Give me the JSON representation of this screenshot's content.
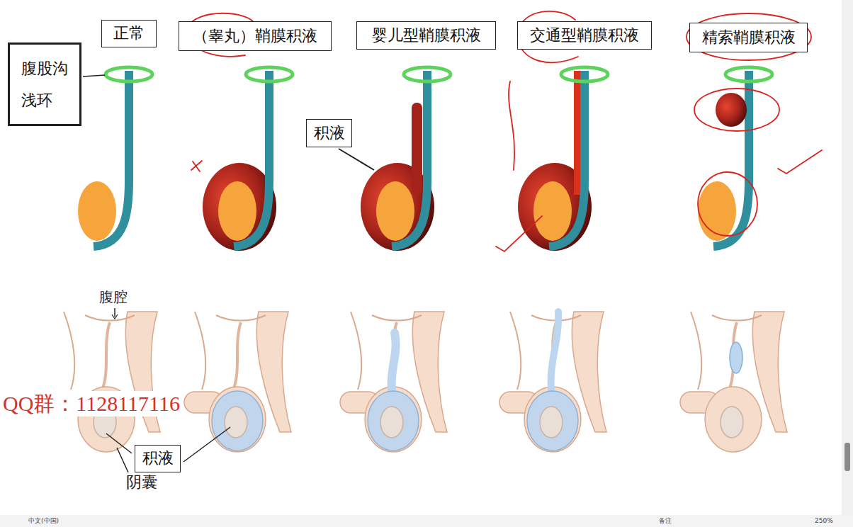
{
  "diagram": {
    "nodes": [
      {
        "text": [
          "正常"
        ]
      },
      {
        "text": [
          "（睾丸）鞘膜积液"
        ]
      },
      {
        "text": [
          "婴儿型鞘膜积液"
        ]
      },
      {
        "text": [
          "交通型鞘膜积液"
        ]
      },
      {
        "text": [
          "精索鞘膜积液"
        ]
      },
      {
        "text": [
          "腹股沟 浅环"
        ]
      },
      {
        "text": [
          "积液"
        ]
      },
      {
        "text": [
          "积液"
        ]
      }
    ],
    "labels": [
      "腹腔",
      "QQ群：1128117116",
      "阴囊",
      "中文(中国)",
      "备注",
      "250%"
    ]
  }
}
